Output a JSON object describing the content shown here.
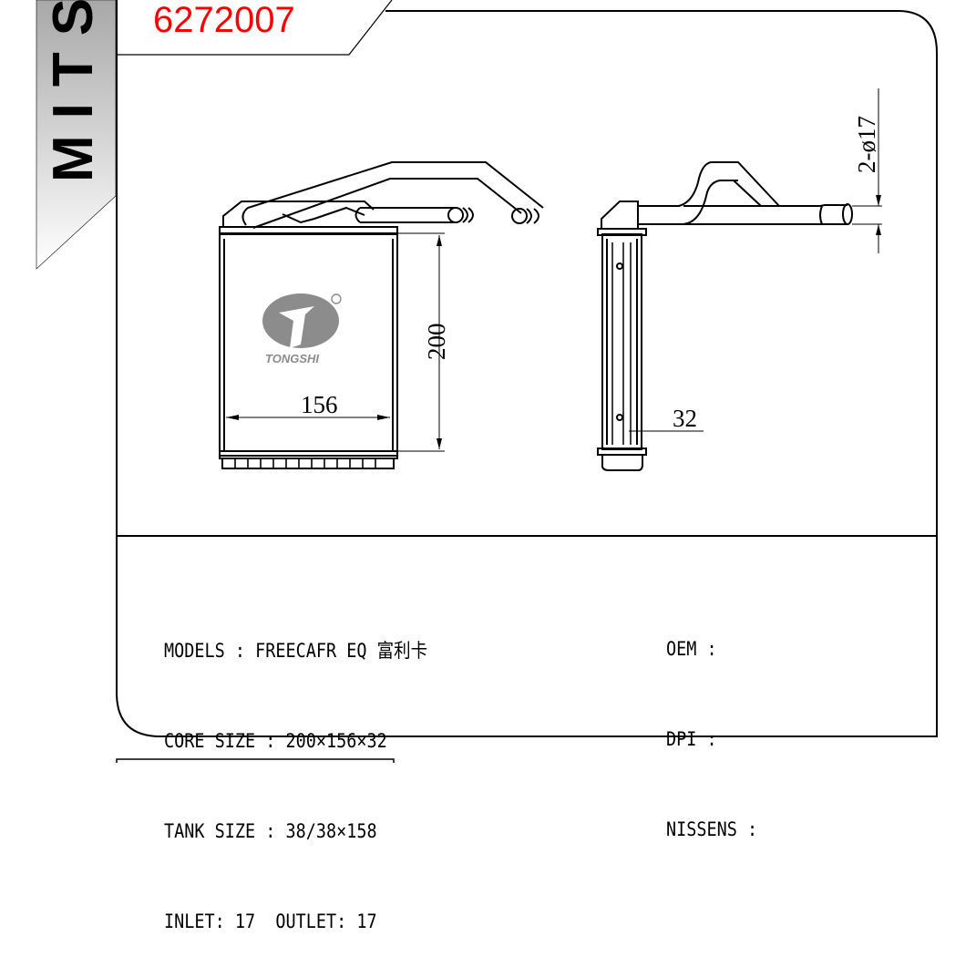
{
  "brand_banner": {
    "text": "MITSU"
  },
  "part_number": "6272007",
  "logo": {
    "name": "TONGSHI",
    "registered": "®"
  },
  "dimensions": {
    "width": "156",
    "height": "200",
    "depth": "32",
    "pipe": "2-ø17"
  },
  "specs_left": [
    {
      "label": "MODELS",
      "sep": " : ",
      "value": "FREECAFR EQ 富利卡"
    },
    {
      "label": "CORE SIZE",
      "sep": " : ",
      "value": "200×156×32"
    },
    {
      "label": "TANK SIZE",
      "sep": " : ",
      "value": "38/38×158"
    },
    {
      "label": "INLET",
      "sep": ": ",
      "value": "17  OUTLET: 17"
    }
  ],
  "specs_right": [
    {
      "label": "OEM",
      "sep": " :",
      "value": ""
    },
    {
      "label": "DPI",
      "sep": " :",
      "value": ""
    },
    {
      "label": "NISSENS",
      "sep": " :",
      "value": ""
    }
  ],
  "colors": {
    "part_number": "#ff0000",
    "logo": "#8c8c8c",
    "line": "#000000"
  }
}
